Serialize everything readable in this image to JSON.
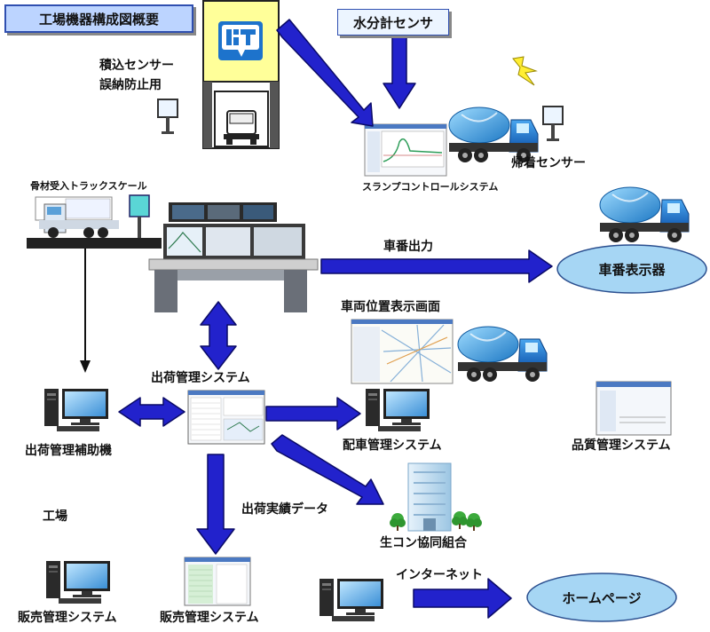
{
  "title": "工場機器構成図概要",
  "labels": {
    "water_sensor": "水分計センサ",
    "loading_line1": "積込センサー",
    "loading_line2": "誤納防止用",
    "slump": "スランプコントロールシステム",
    "return_sensor": "帰着センサー",
    "truck_scale": "骨材受入トラックスケール",
    "vehicle_output": "車番出力",
    "vehicle_display": "車番表示器",
    "vehicle_position": "車両位置表示画面",
    "shipping_system": "出荷管理システム",
    "shipping_aux": "出荷管理補助機",
    "dispatch": "配車管理システム",
    "quality": "品質管理システム",
    "factory": "工場",
    "shipping_data": "出荷実績データ",
    "cooperative": "生コン協同組合",
    "sales_1": "販売管理システム",
    "sales_2": "販売管理システム",
    "internet": "インターネット",
    "homepage": "ホームページ"
  },
  "colors": {
    "arrow_blue": "#2222cc",
    "arrow_outline": "#0a0a66",
    "ellipse_fill": "#a6d6f4",
    "title_fill": "#bcd4ff",
    "title_border": "#2f4fb0",
    "sensor_fill": "#ecf5ff"
  },
  "icons": {
    "logo": "factory-logo-icon",
    "sensor": "sensor-post-icon",
    "lightning": "lightning-icon",
    "mixer_truck": "mixer-truck-icon",
    "dump_truck": "dump-truck-icon",
    "console": "control-console-icon",
    "pc": "desktop-pc-icon",
    "building": "office-building-icon",
    "tree": "tree-icon"
  }
}
